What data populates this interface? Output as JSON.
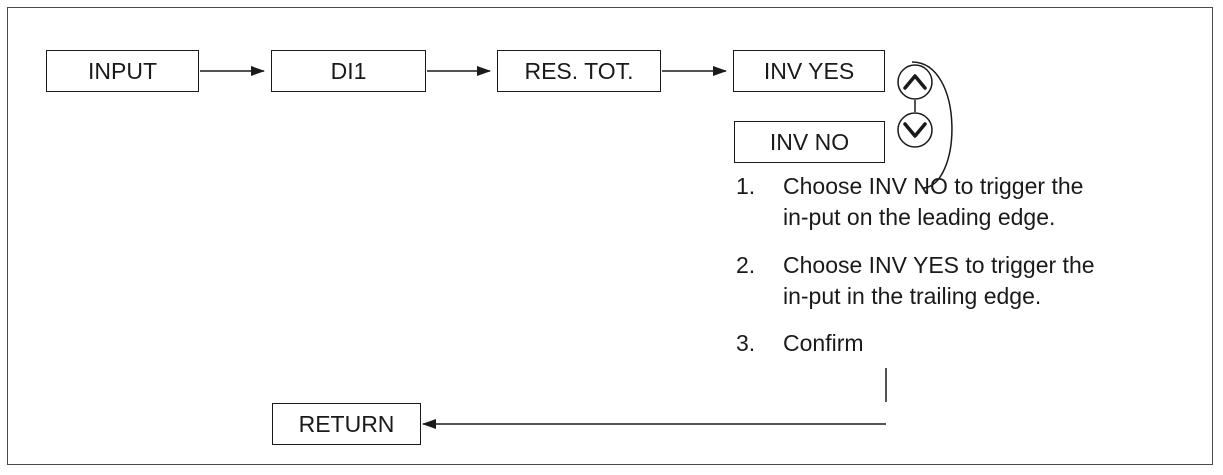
{
  "diagram": {
    "boxes": {
      "input": "INPUT",
      "di1": "DI1",
      "res_tot": "RES. TOT.",
      "inv_yes": "INV YES",
      "inv_no": "INV NO",
      "return": "RETURN"
    },
    "steps": [
      {
        "num": "1.",
        "text": "Choose INV NO to trigger the in-put on the leading edge."
      },
      {
        "num": "2.",
        "text": "Choose INV YES to trigger the in-put in the trailing edge."
      },
      {
        "num": "3.",
        "text": "Confirm"
      }
    ],
    "icons": {
      "up": "arrow-up-icon",
      "down": "arrow-down-icon"
    }
  }
}
